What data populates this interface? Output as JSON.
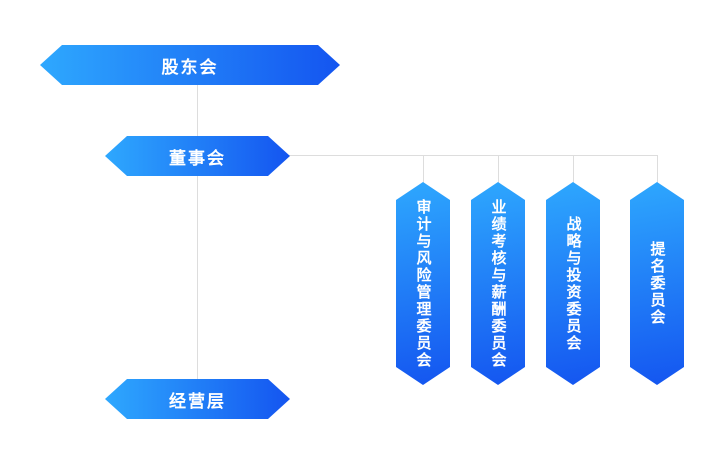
{
  "nodes": {
    "shareholders": {
      "label": "股东会"
    },
    "board": {
      "label": "董事会"
    },
    "management": {
      "label": "经营层"
    }
  },
  "committees": [
    {
      "label": "审计与风险管理委员会"
    },
    {
      "label": "业绩考核与薪酬委员会"
    },
    {
      "label": "战略与投资委员会"
    },
    {
      "label": "提名委员会"
    }
  ],
  "colors": {
    "gradient_start": "#2ea8fe",
    "gradient_end": "#1455f0",
    "connector": "#dddddd",
    "text": "#ffffff"
  }
}
